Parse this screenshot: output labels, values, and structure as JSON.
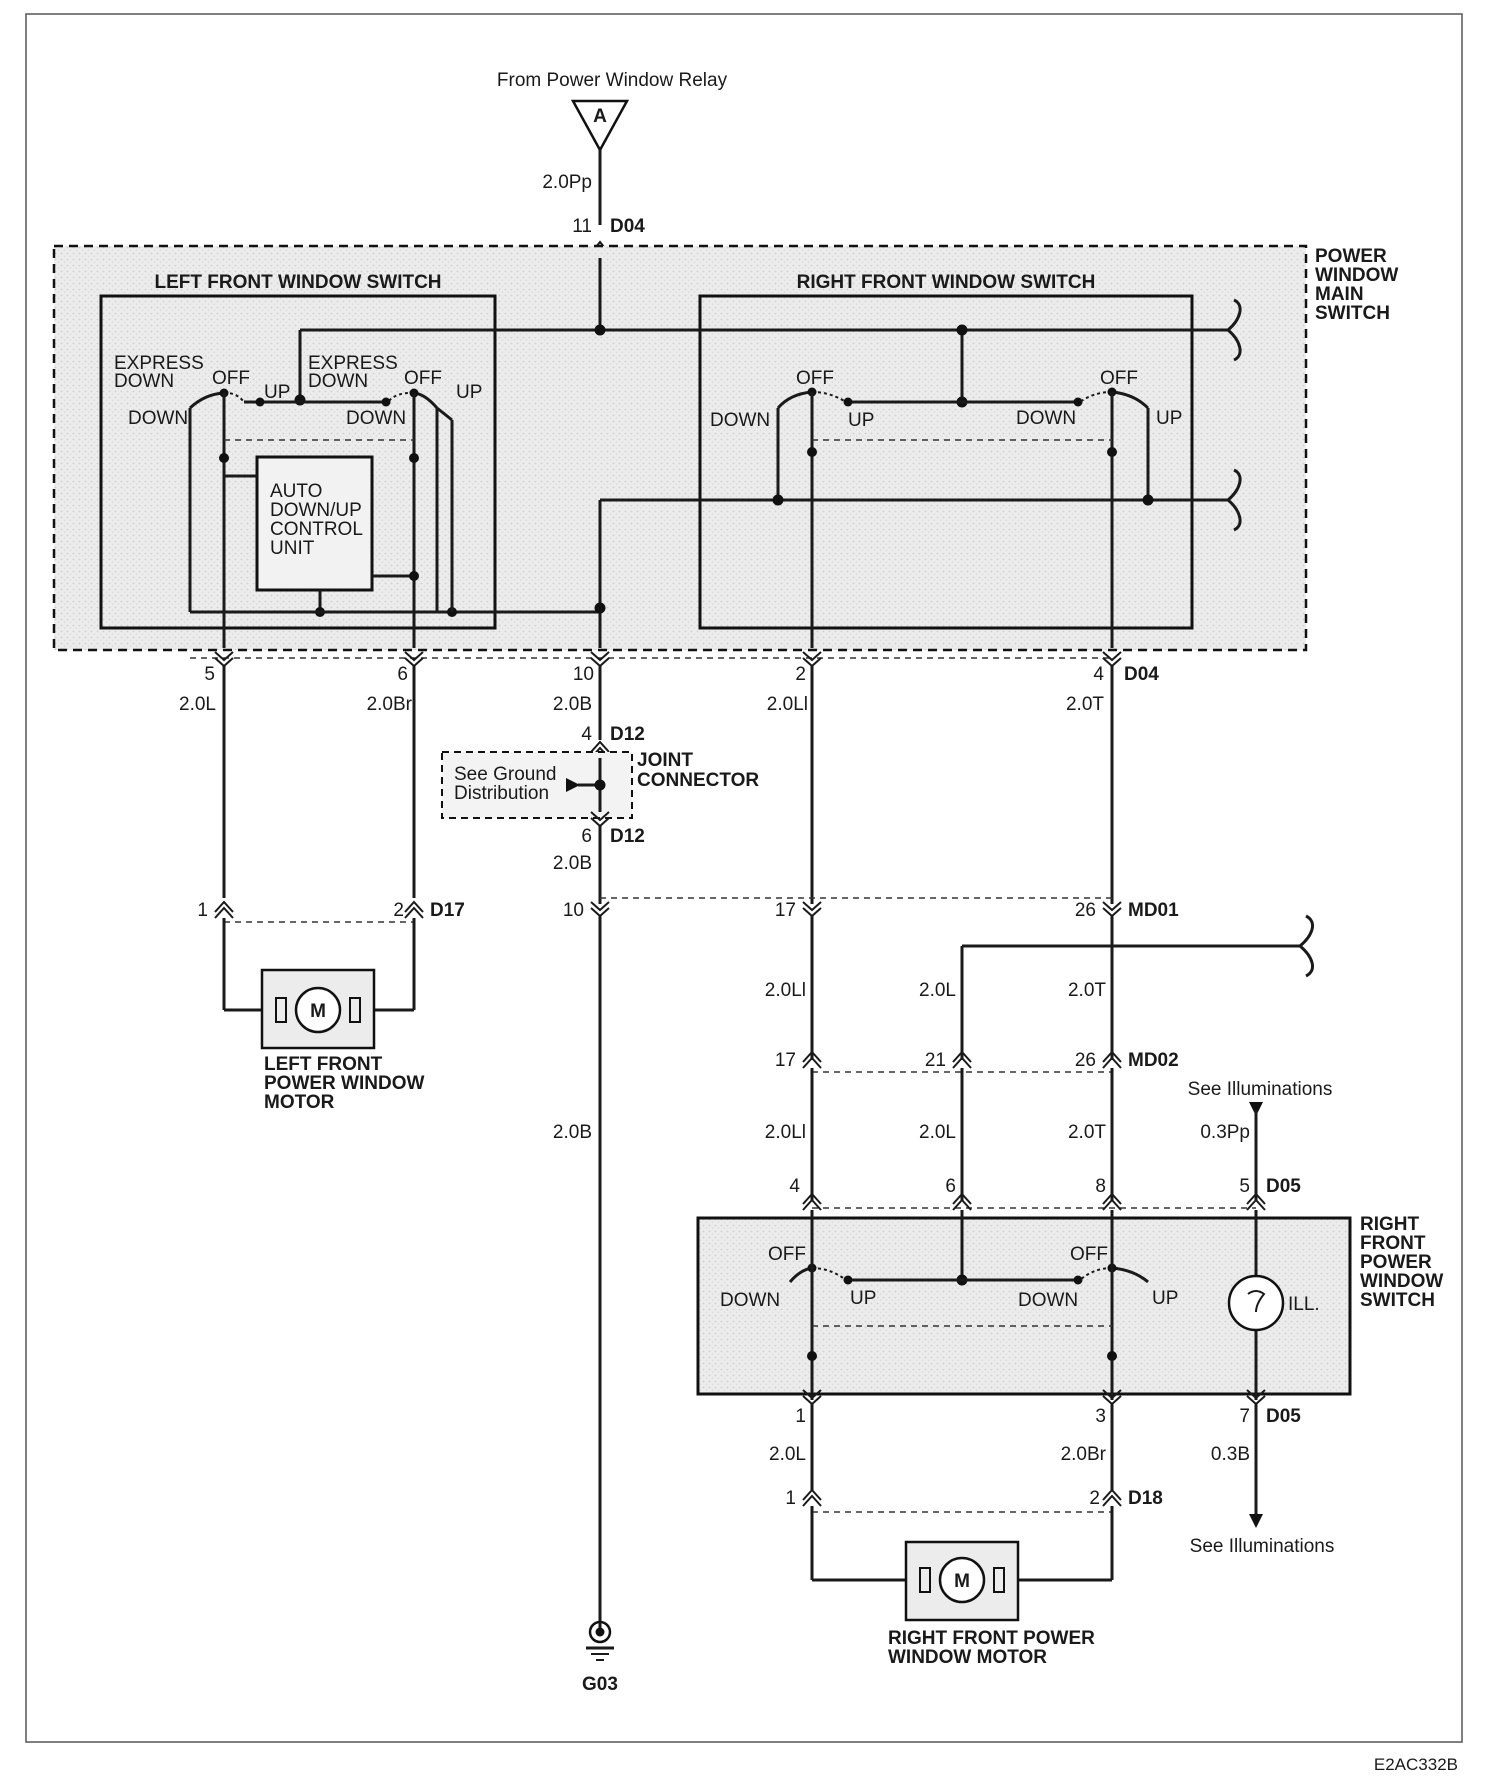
{
  "source": "From Power Window Relay",
  "relay_terminal": "A",
  "main_switch": {
    "title_lines": [
      "POWER",
      "WINDOW",
      "MAIN",
      "SWITCH"
    ],
    "left_switch_title": "LEFT FRONT  WINDOW SWITCH",
    "right_switch_title": "RIGHT FRONT  WINDOW SWITCH",
    "left_labels": {
      "express_down_1": [
        "EXPRESS",
        "DOWN"
      ],
      "off_1": "OFF",
      "up_1": "UP",
      "down_1": "DOWN",
      "express_down_2": [
        "EXPRESS",
        "DOWN"
      ],
      "off_2": "OFF",
      "up_2": "UP",
      "down_2": "DOWN"
    },
    "control_unit": [
      "AUTO",
      "DOWN/UP",
      "CONTROL",
      "UNIT"
    ],
    "right_labels": {
      "off_1": "OFF",
      "down_1": "DOWN",
      "up_1": "UP",
      "off_2": "OFF",
      "down_2": "DOWN",
      "up_2": "UP"
    }
  },
  "wires": {
    "top": {
      "gauge": "2.0Pp",
      "pin": "11",
      "connector": "D04"
    },
    "bottom_pins": [
      {
        "pin": "5",
        "gauge": "2.0L"
      },
      {
        "pin": "6",
        "gauge": "2.0Br"
      },
      {
        "pin": "10",
        "gauge": "2.0B"
      },
      {
        "pin": "2",
        "gauge": "2.0Ll"
      },
      {
        "pin": "4",
        "gauge": "2.0T",
        "connector": "D04"
      }
    ]
  },
  "joint": {
    "top_pin": "4",
    "top_conn": "D12",
    "bottom_pin": "6",
    "bottom_conn": "D12",
    "label": [
      "JOINT",
      "CONNECTOR"
    ],
    "ground_ref": [
      "See Ground",
      "Distribution"
    ],
    "gauge_below": "2.0B"
  },
  "md01": {
    "pins": [
      "10",
      "17",
      "26"
    ],
    "connector": "MD01"
  },
  "md02": {
    "pins": [
      "17",
      "21",
      "26"
    ],
    "connector": "MD02"
  },
  "left_motor": {
    "pins": [
      "1",
      "2"
    ],
    "connector": "D17",
    "symbol": "M",
    "label": [
      "LEFT FRONT",
      "POWER WINDOW",
      "MOTOR"
    ]
  },
  "ground": {
    "gauge": "2.0B",
    "label": "G03"
  },
  "mid_gauges": {
    "ll_1": "2.0Ll",
    "l_1": "2.0L",
    "t_1": "2.0T",
    "ll_2": "2.0Ll",
    "l_2": "2.0L",
    "t_2": "2.0T"
  },
  "illumination": {
    "top_ref": "See Illuminations",
    "top_gauge": "0.3Pp",
    "bottom_ref": "See Illuminations",
    "bottom_gauge": "0.3B",
    "lamp_label": "ILL."
  },
  "right_switch": {
    "top_pins": [
      "4",
      "6",
      "8",
      "5"
    ],
    "top_conn": "D05",
    "bottom_pins": [
      "1",
      "3",
      "7"
    ],
    "bottom_conn": "D05",
    "title_lines": [
      "RIGHT",
      "FRONT",
      "POWER",
      "WINDOW",
      "SWITCH"
    ],
    "labels": {
      "off_1": "OFF",
      "down_1": "DOWN",
      "up_1": "UP",
      "off_2": "OFF",
      "down_2": "DOWN",
      "up_2": "UP"
    }
  },
  "right_motor": {
    "gauge_left": "2.0L",
    "gauge_right": "2.0Br",
    "pins": [
      "1",
      "2"
    ],
    "connector": "D18",
    "symbol": "M",
    "label": [
      "RIGHT FRONT POWER",
      "WINDOW MOTOR"
    ]
  },
  "figure_code": "E2AC332B"
}
